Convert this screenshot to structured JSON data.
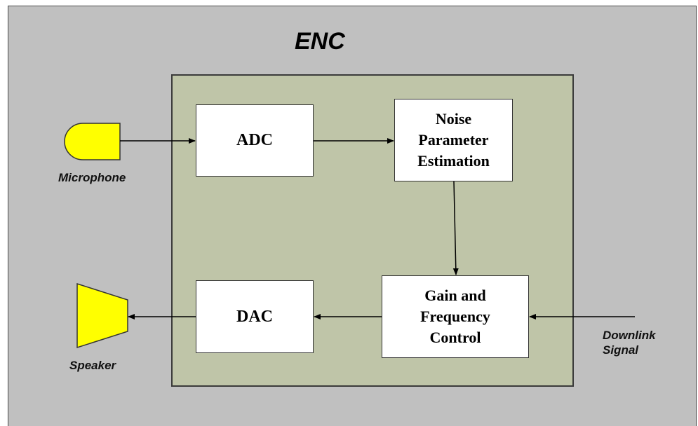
{
  "title": "ENC",
  "blocks": {
    "adc": "ADC",
    "noise_estimation": "Noise\nParameter\nEstimation",
    "dac": "DAC",
    "gain_frequency": "Gain and\nFrequency\nControl"
  },
  "labels": {
    "microphone": "Microphone",
    "speaker": "Speaker",
    "downlink": "Downlink\nSignal"
  },
  "colors": {
    "background": "#c0c0c0",
    "enc_panel": "#bfc5a8",
    "transducer_fill": "#ffff00",
    "block_fill": "#ffffff"
  }
}
